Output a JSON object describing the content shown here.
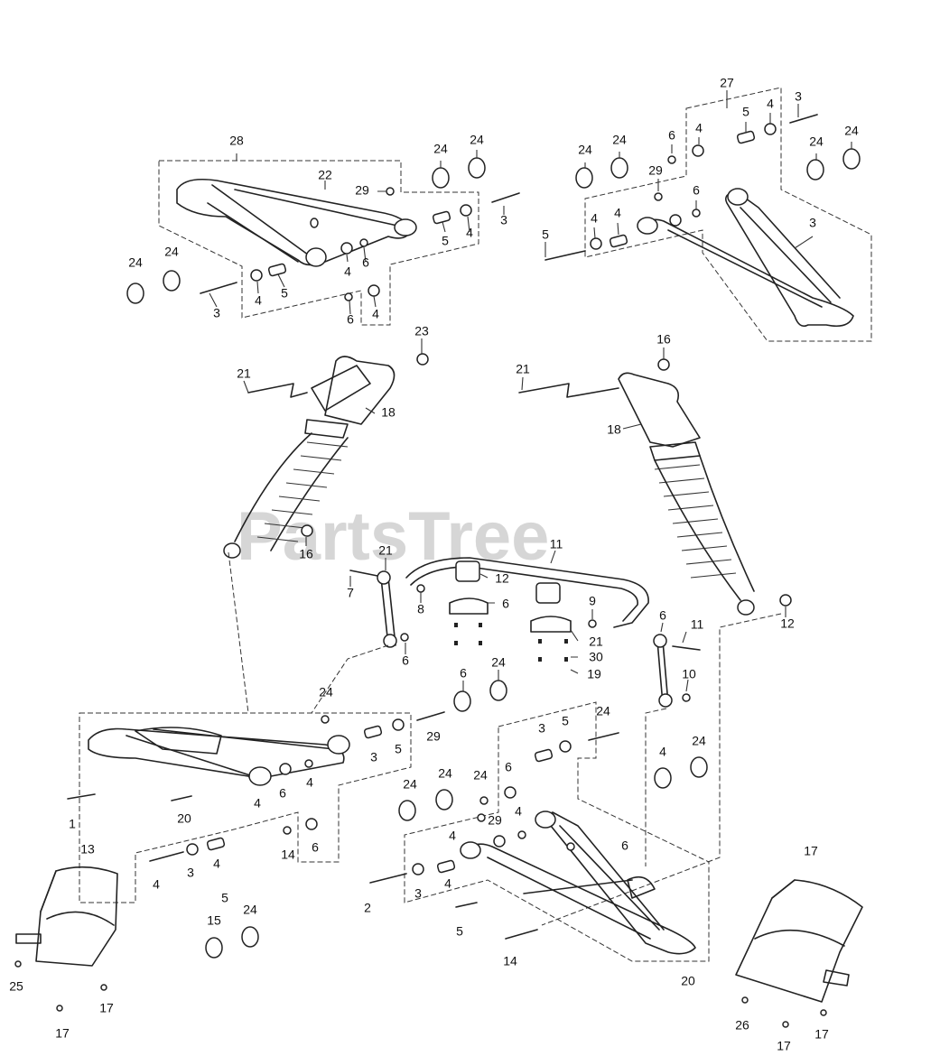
{
  "watermark": "PartsTree",
  "callouts": [
    {
      "text": "28"
    },
    {
      "text": "22"
    },
    {
      "text": "29"
    },
    {
      "text": "24"
    },
    {
      "text": "24"
    },
    {
      "text": "3"
    },
    {
      "text": "5"
    },
    {
      "text": "4"
    },
    {
      "text": "4"
    },
    {
      "text": "6"
    },
    {
      "text": "4"
    },
    {
      "text": "5"
    },
    {
      "text": "3"
    },
    {
      "text": "6"
    },
    {
      "text": "4"
    },
    {
      "text": "24"
    },
    {
      "text": "24"
    },
    {
      "text": "27"
    },
    {
      "text": "3"
    },
    {
      "text": "5"
    },
    {
      "text": "4"
    },
    {
      "text": "6"
    },
    {
      "text": "4"
    },
    {
      "text": "24"
    },
    {
      "text": "24"
    },
    {
      "text": "24"
    },
    {
      "text": "24"
    },
    {
      "text": "29"
    },
    {
      "text": "4"
    },
    {
      "text": "6"
    },
    {
      "text": "4"
    },
    {
      "text": "5"
    },
    {
      "text": "3"
    },
    {
      "text": "23"
    },
    {
      "text": "21"
    },
    {
      "text": "18"
    },
    {
      "text": "16"
    },
    {
      "text": "21"
    },
    {
      "text": "18"
    },
    {
      "text": "16"
    },
    {
      "text": "21"
    },
    {
      "text": "11"
    },
    {
      "text": "7"
    },
    {
      "text": "12"
    },
    {
      "text": "8"
    },
    {
      "text": "6"
    },
    {
      "text": "9"
    },
    {
      "text": "6"
    },
    {
      "text": "11"
    },
    {
      "text": "12"
    },
    {
      "text": "21"
    },
    {
      "text": "30"
    },
    {
      "text": "19"
    },
    {
      "text": "10"
    },
    {
      "text": "6"
    },
    {
      "text": "6"
    },
    {
      "text": "24"
    },
    {
      "text": "24"
    },
    {
      "text": "29"
    },
    {
      "text": "3"
    },
    {
      "text": "5"
    },
    {
      "text": "4"
    },
    {
      "text": "6"
    },
    {
      "text": "4"
    },
    {
      "text": "1"
    },
    {
      "text": "20"
    },
    {
      "text": "14"
    },
    {
      "text": "6"
    },
    {
      "text": "4"
    },
    {
      "text": "3"
    },
    {
      "text": "4"
    },
    {
      "text": "5"
    },
    {
      "text": "15"
    },
    {
      "text": "24"
    },
    {
      "text": "24"
    },
    {
      "text": "3"
    },
    {
      "text": "5"
    },
    {
      "text": "4"
    },
    {
      "text": "24"
    },
    {
      "text": "24"
    },
    {
      "text": "24"
    },
    {
      "text": "24"
    },
    {
      "text": "6"
    },
    {
      "text": "4"
    },
    {
      "text": "29"
    },
    {
      "text": "4"
    },
    {
      "text": "6"
    },
    {
      "text": "2"
    },
    {
      "text": "3"
    },
    {
      "text": "4"
    },
    {
      "text": "5"
    },
    {
      "text": "14"
    },
    {
      "text": "20"
    },
    {
      "text": "13"
    },
    {
      "text": "25"
    },
    {
      "text": "17"
    },
    {
      "text": "17"
    },
    {
      "text": "17"
    },
    {
      "text": "26"
    },
    {
      "text": "17"
    },
    {
      "text": "17"
    },
    {
      "text": "17"
    }
  ]
}
